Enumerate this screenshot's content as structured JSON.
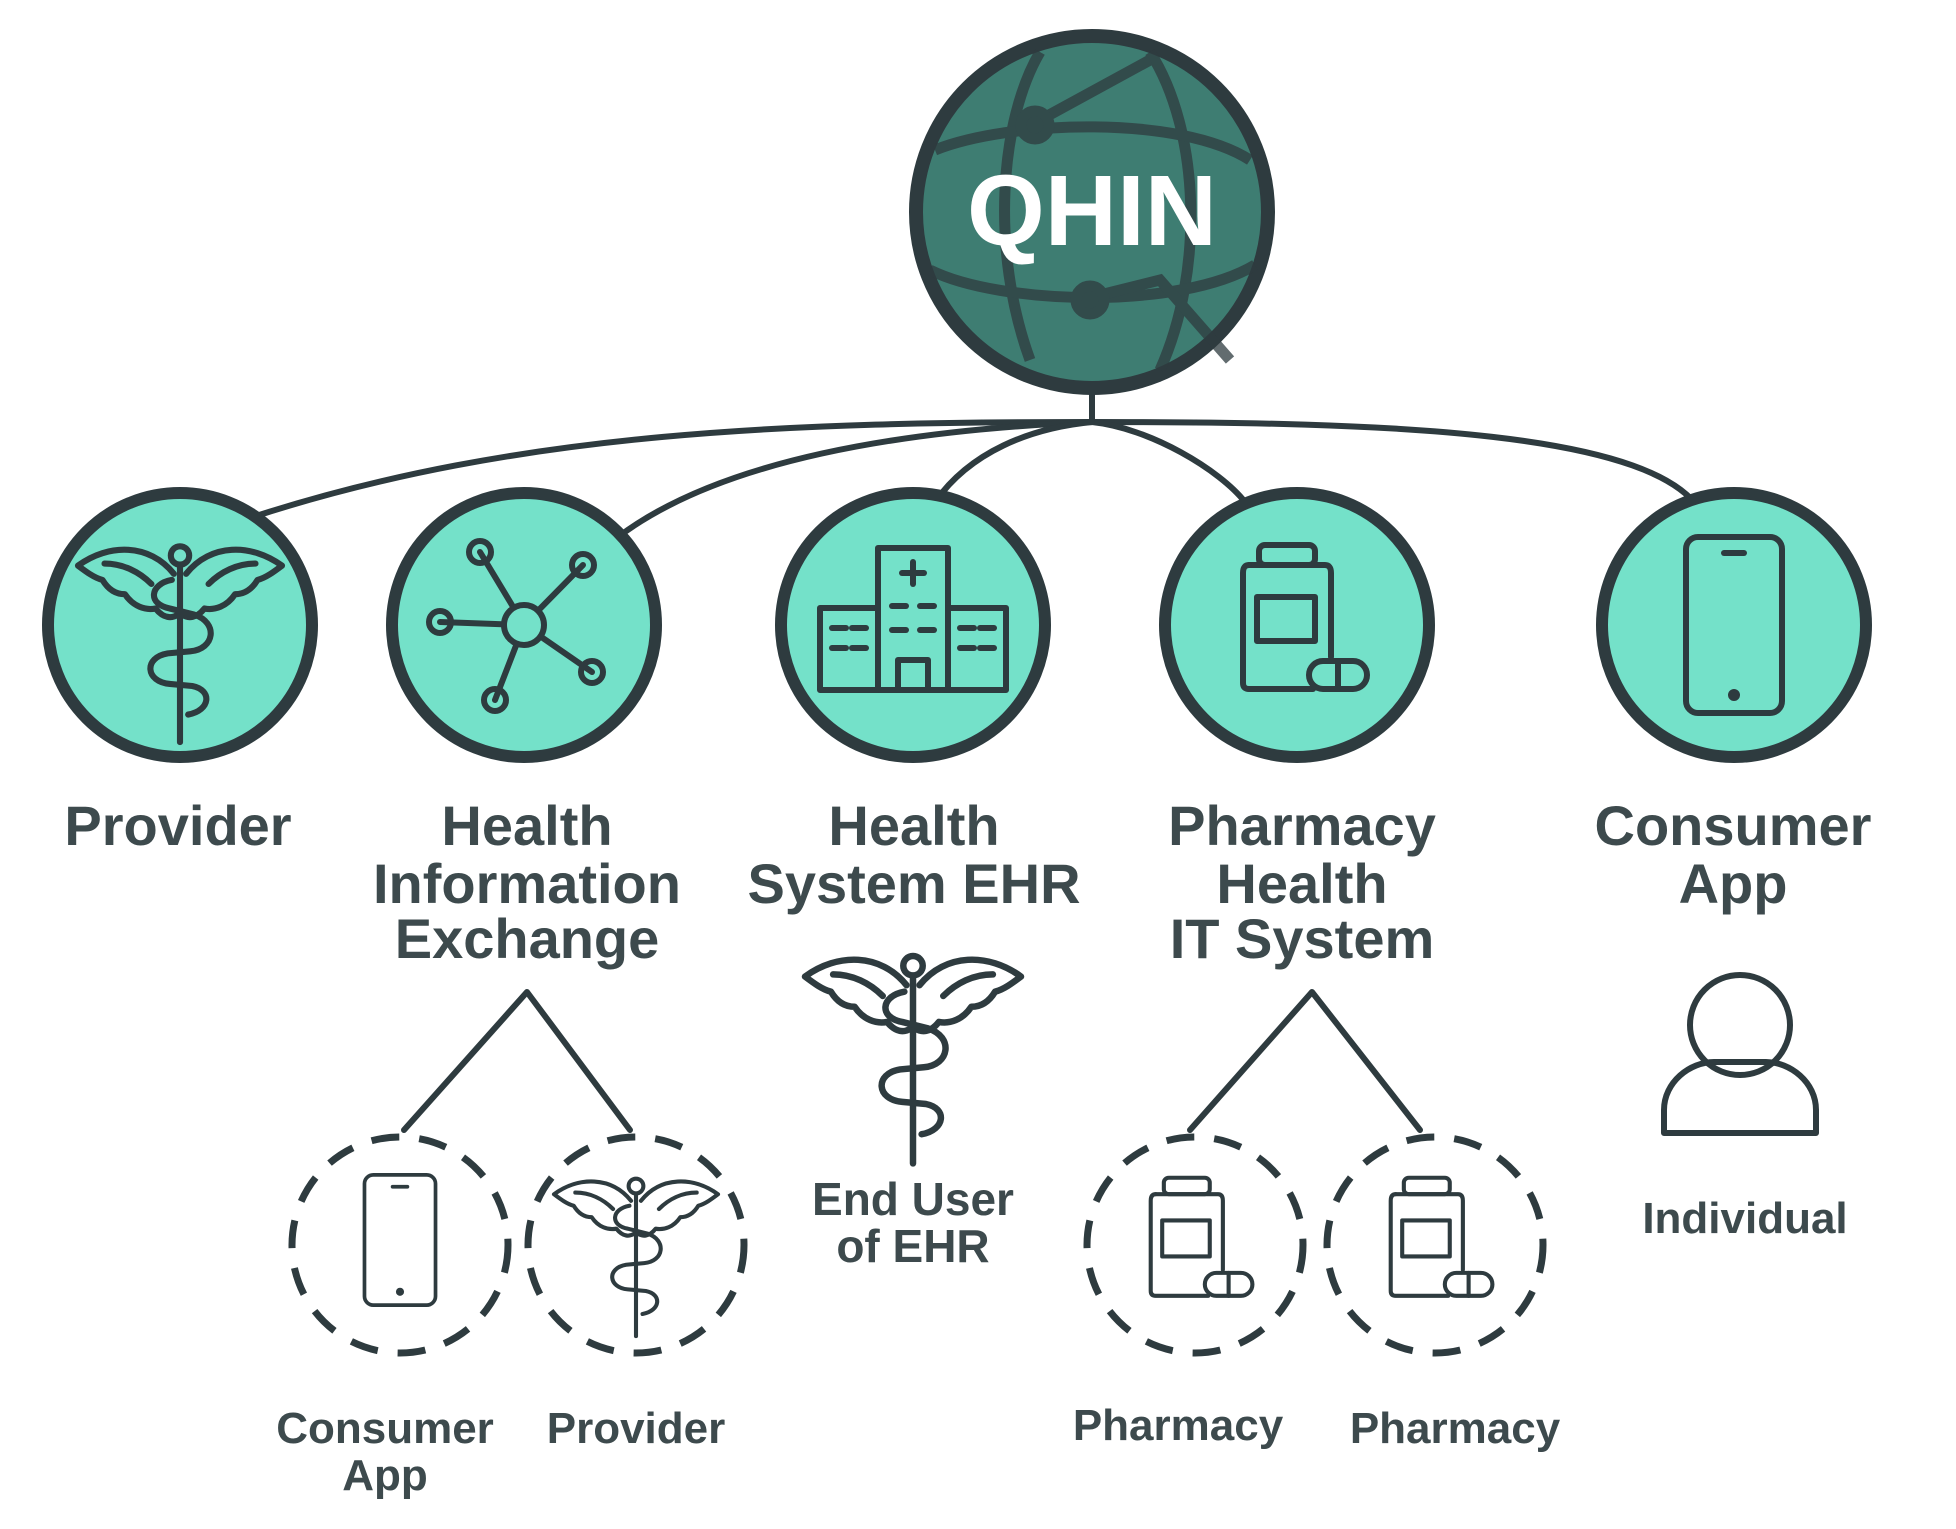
{
  "hub": {
    "label": "QHIN",
    "icon": "globe-network-icon"
  },
  "colors": {
    "teal": "#74e1c9",
    "dark": "#2e3b3f",
    "hub_fill": "#3e7d72",
    "text": "#3d4a4d"
  },
  "participants": [
    {
      "id": "provider",
      "lines": [
        "Provider"
      ],
      "icon": "caduceus-icon"
    },
    {
      "id": "hie",
      "lines": [
        "Health",
        "Information",
        "Exchange"
      ],
      "icon": "network-hub-icon"
    },
    {
      "id": "ehr",
      "lines": [
        "Health",
        "System EHR"
      ],
      "icon": "hospital-icon"
    },
    {
      "id": "pharmacy-it",
      "lines": [
        "Pharmacy",
        "Health",
        "IT System"
      ],
      "icon": "pill-bottle-icon"
    },
    {
      "id": "consumer-app",
      "lines": [
        "Consumer",
        "App"
      ],
      "icon": "smartphone-icon"
    }
  ],
  "sub_nodes": {
    "hie_children": [
      {
        "lines": [
          "Consumer",
          "App"
        ],
        "icon": "smartphone-icon"
      },
      {
        "lines": [
          "Provider"
        ],
        "icon": "caduceus-icon"
      }
    ],
    "ehr_end_user": {
      "lines": [
        "End User",
        "of EHR"
      ],
      "icon": "caduceus-icon"
    },
    "pharmacy_children": [
      {
        "lines": [
          "Pharmacy"
        ],
        "icon": "pill-bottle-icon"
      },
      {
        "lines": [
          "Pharmacy"
        ],
        "icon": "pill-bottle-icon"
      }
    ],
    "individual": {
      "lines": [
        "Individual"
      ],
      "icon": "person-icon"
    }
  }
}
